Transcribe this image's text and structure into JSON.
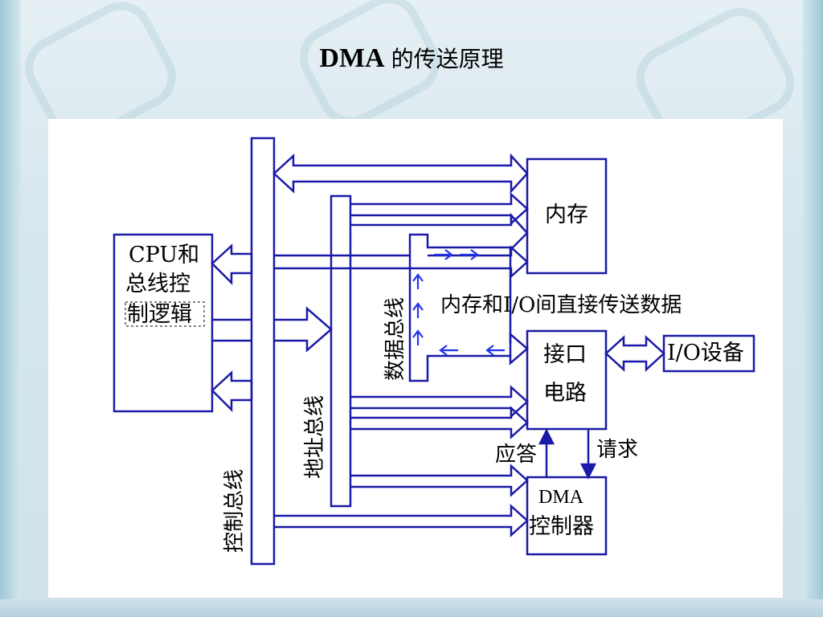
{
  "title": {
    "strong": "DMA",
    "rest": "的传送原理"
  },
  "cpu_block": {
    "line1": "CPU和",
    "line2": "总线控",
    "line3": "制逻辑"
  },
  "memory_block": {
    "label": "内存"
  },
  "interface_block": {
    "line1": "接口",
    "line2": "电路"
  },
  "io_block": {
    "label": "I/O设备"
  },
  "dma_block": {
    "line1": "DMA",
    "line2": "控制器"
  },
  "buses": {
    "control": "控制总线",
    "address": "地址总线",
    "data": "数据总线"
  },
  "annotations": {
    "direct_transfer": "内存和I/O间直接传送数据",
    "ack": "应答",
    "request": "请求"
  },
  "colors": {
    "line": "#1a1aa8",
    "data_arrow": "#2233ee",
    "panel": "#ffffff"
  }
}
